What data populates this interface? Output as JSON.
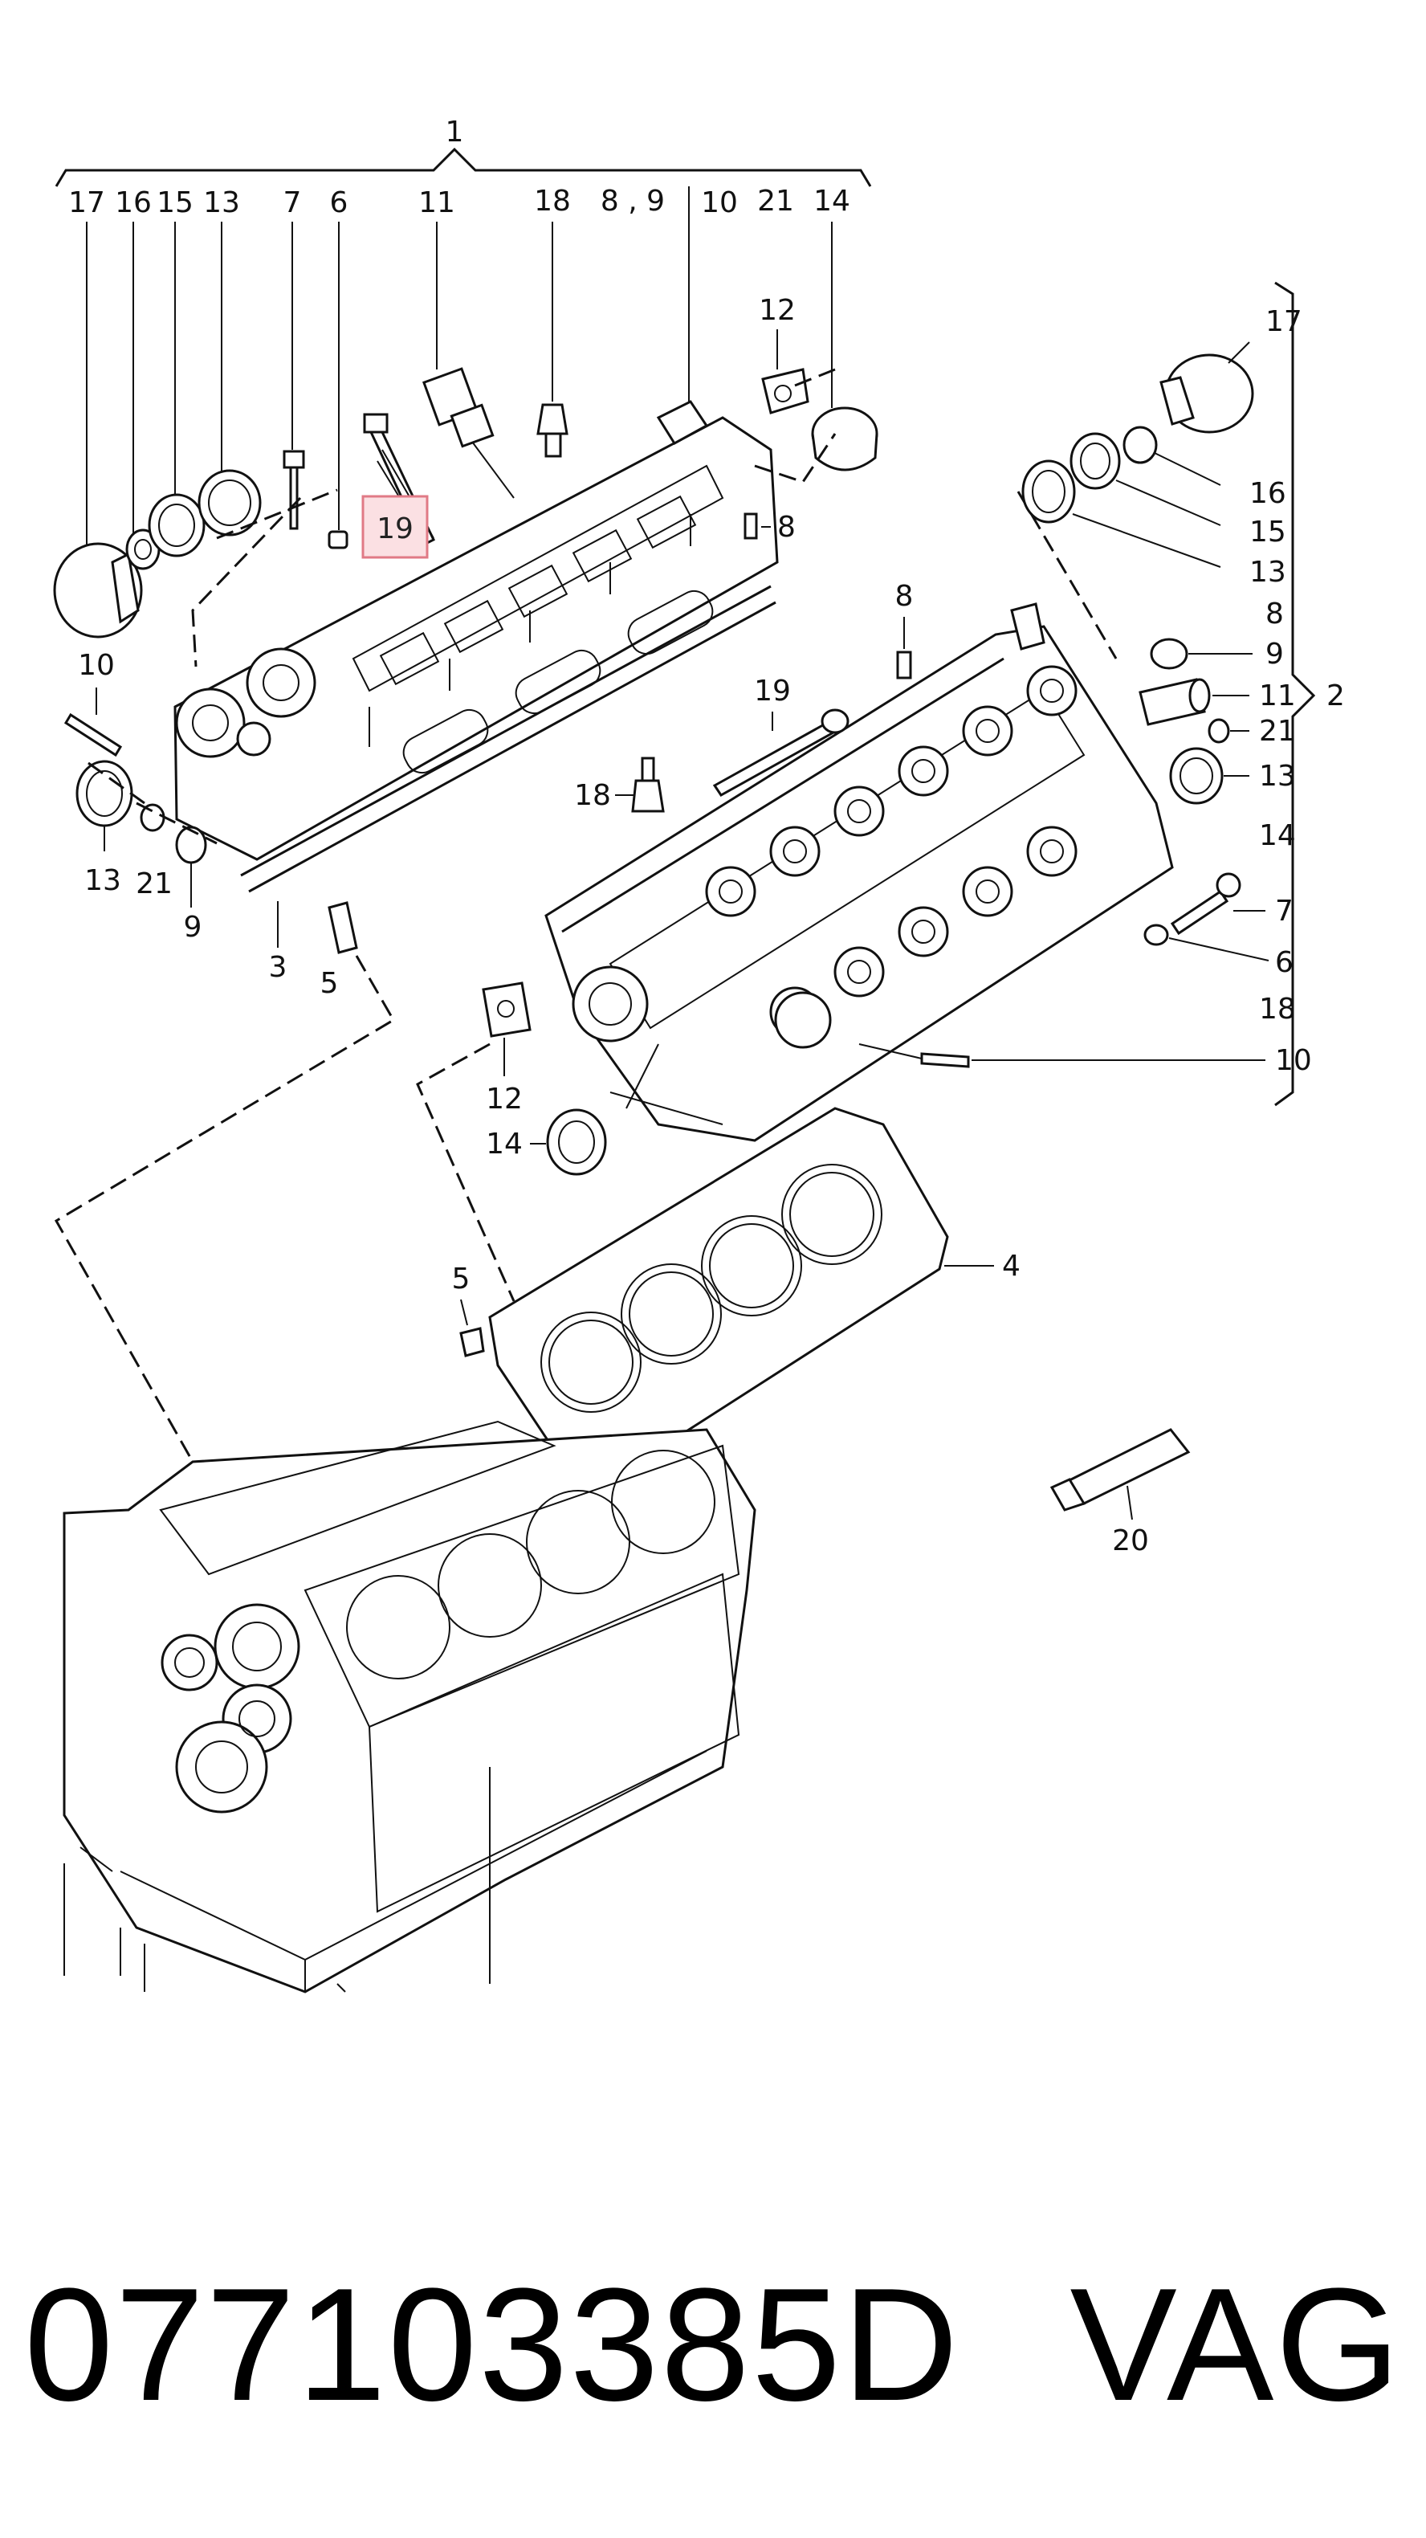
{
  "diagram": {
    "highlighted_callout": "19",
    "callouts": {
      "c1": "1",
      "c2": "2",
      "top_17": "17",
      "top_16": "16",
      "top_15": "15",
      "top_13": "13",
      "top_7": "7",
      "top_6": "6",
      "top_11": "11",
      "top_18": "18",
      "top_89": "8 , 9",
      "top_10": "10",
      "top_21": "21",
      "top_14": "14",
      "c12a": "12",
      "c19a": "19",
      "c8a": "8",
      "l10": "10",
      "l13": "13",
      "l21": "21",
      "l9": "9",
      "l3": "3",
      "l5a": "5",
      "r17": "17",
      "r16": "16",
      "r15": "15",
      "r13a": "13",
      "r8": "8",
      "r9": "9",
      "r11": "11",
      "r21": "21",
      "r13b": "13",
      "r14": "14",
      "r7": "7",
      "r6": "6",
      "r18": "18",
      "r10": "10",
      "c8b": "8",
      "c19b": "19",
      "c18b": "18",
      "c12b": "12",
      "c14b": "14",
      "c4": "4",
      "c5b": "5",
      "c20": "20"
    }
  },
  "part_number": "077103385D",
  "brand": "VAG"
}
